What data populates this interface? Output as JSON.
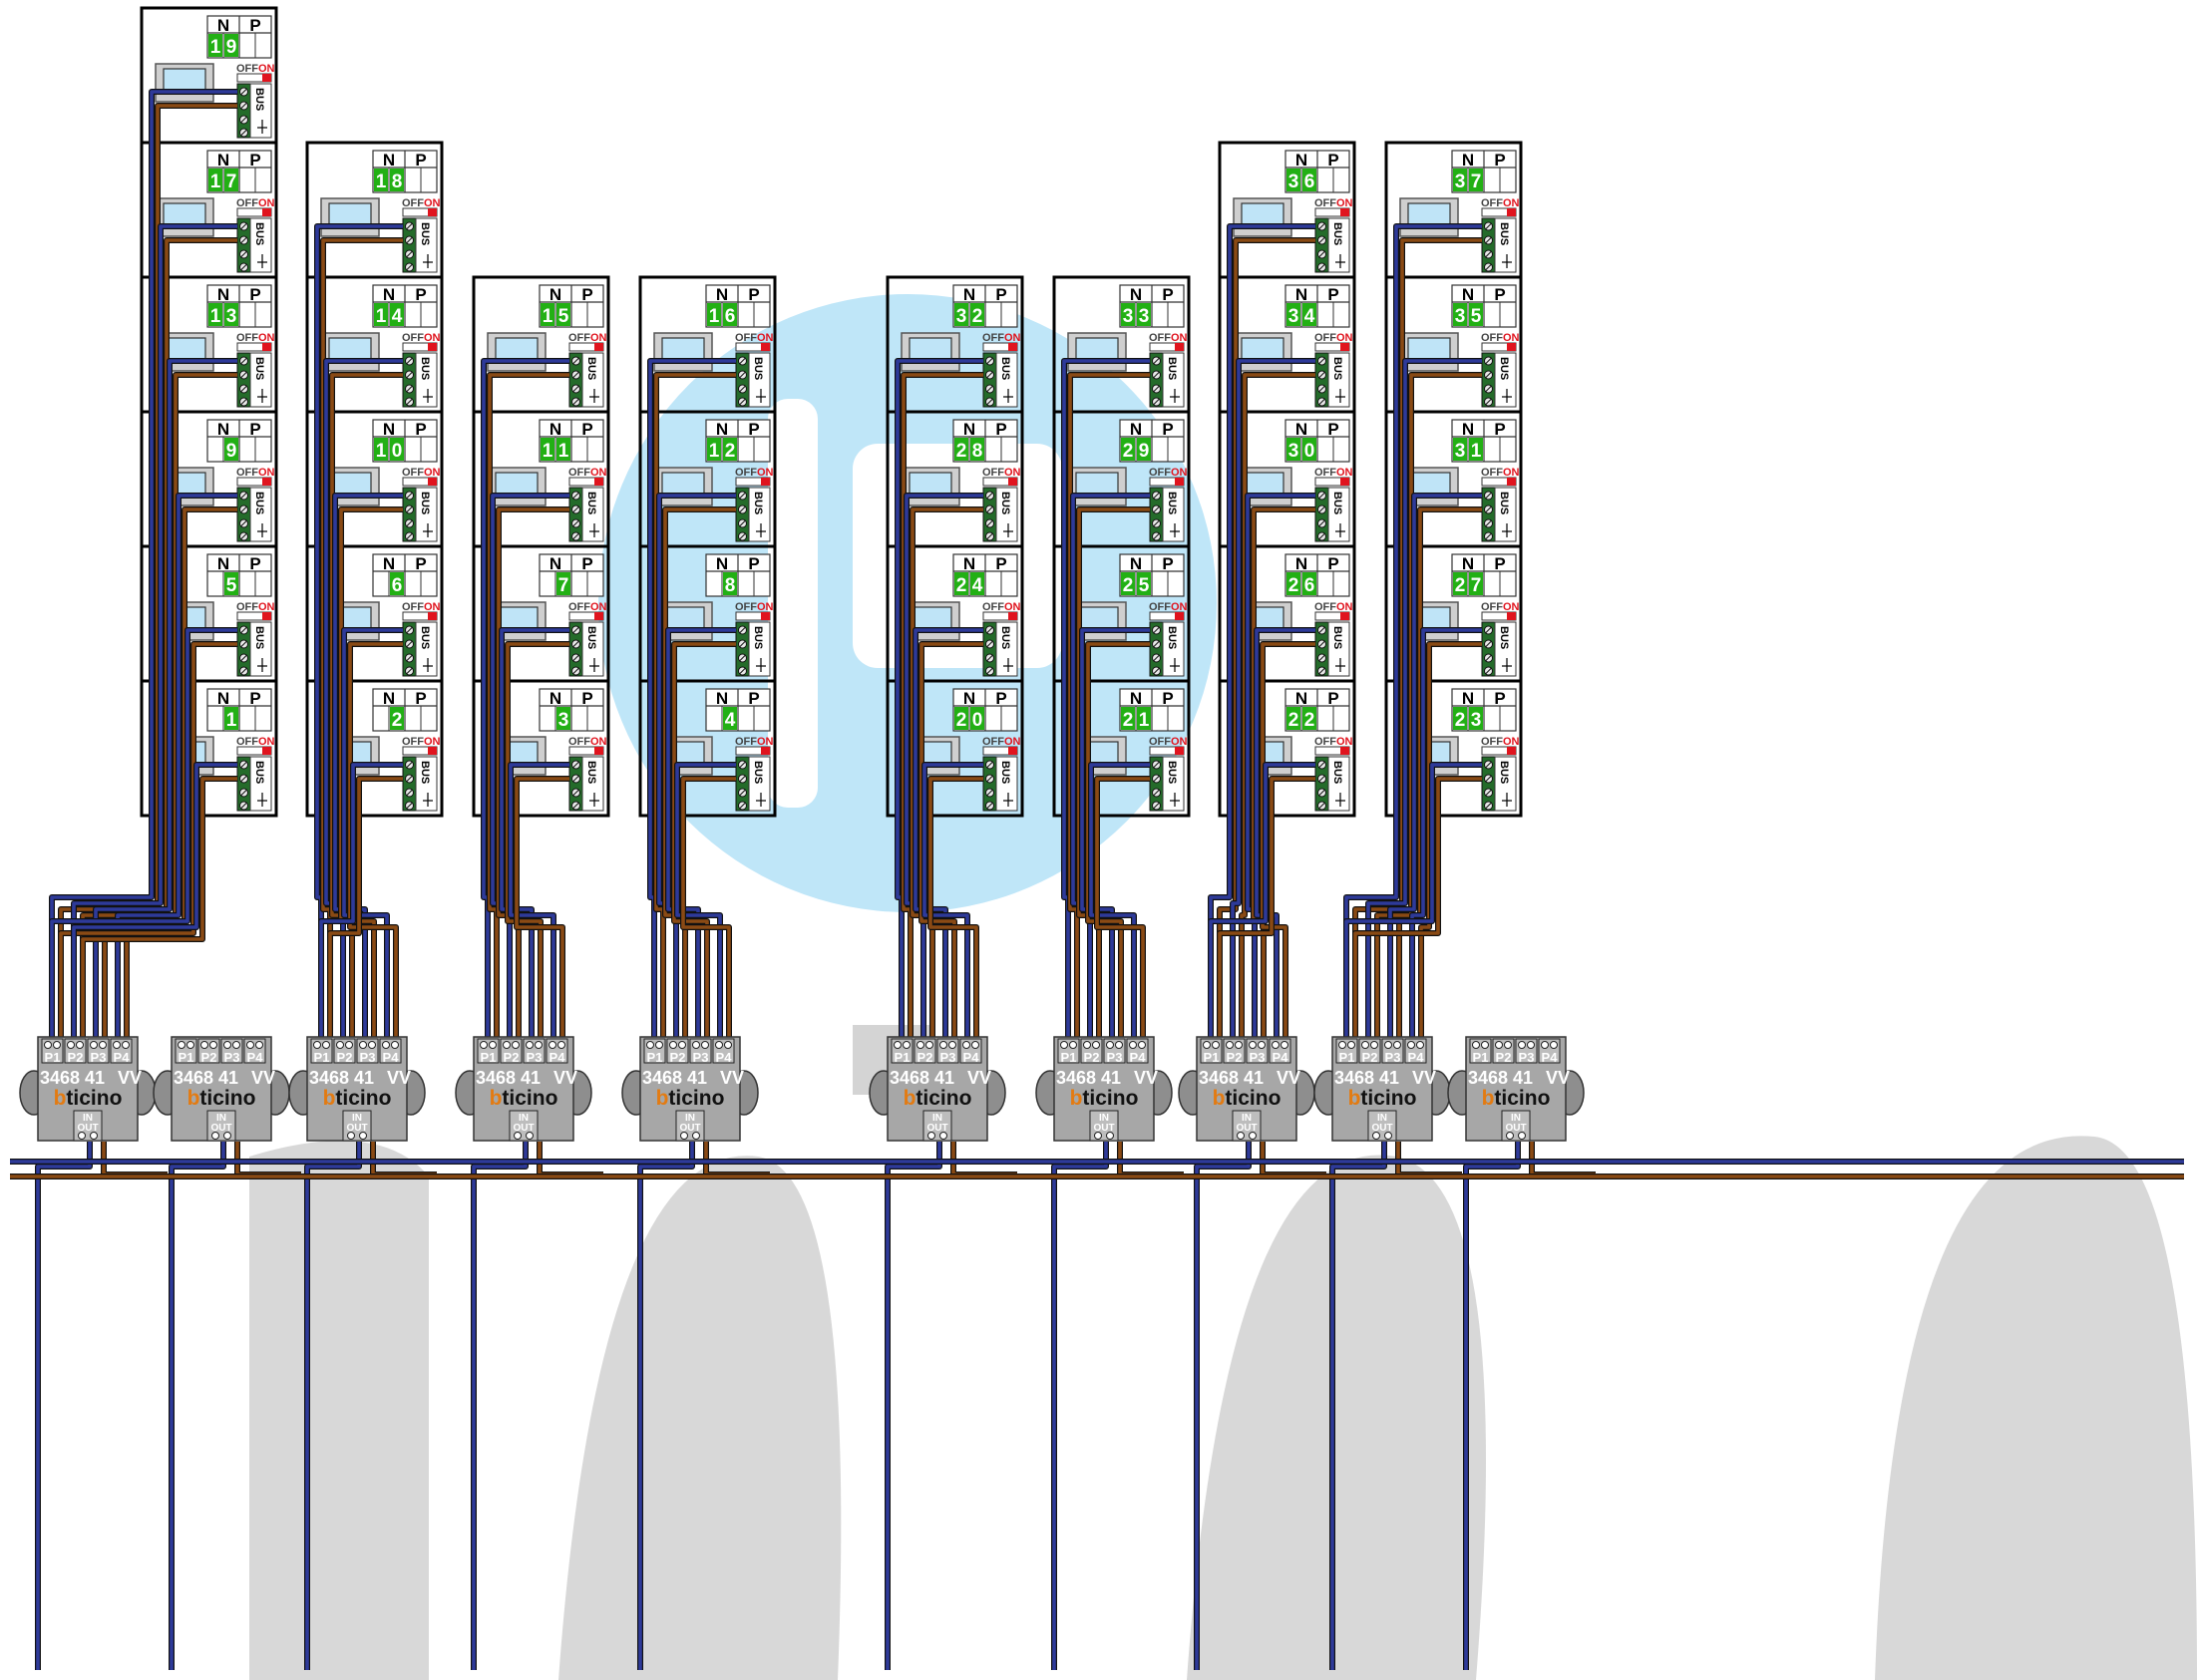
{
  "colors": {
    "bus_blue": "#2e3a9a",
    "bus_brown": "#8a4a14",
    "number_green": "#22b014",
    "terminal_green": "#246b2a",
    "module_gray": "#a7a7a7",
    "on_red": "#e0141e",
    "watermark_blue": "#bfe6f8",
    "watermark_gray": "#d4d4d4"
  },
  "unit_labels": {
    "n_label": "N",
    "p_label": "P",
    "off_label": "OFF",
    "on_label": "ON",
    "bus_label": "BUS"
  },
  "columns": [
    {
      "top_floor": 0,
      "units": [
        {
          "floor": 0,
          "n": "19"
        },
        {
          "floor": 1,
          "n": "17"
        },
        {
          "floor": 2,
          "n": "13"
        },
        {
          "floor": 3,
          "n": "9"
        },
        {
          "floor": 4,
          "n": "5"
        },
        {
          "floor": 5,
          "n": "1"
        }
      ]
    },
    {
      "top_floor": 1,
      "units": [
        {
          "floor": 1,
          "n": "18"
        },
        {
          "floor": 2,
          "n": "14"
        },
        {
          "floor": 3,
          "n": "10"
        },
        {
          "floor": 4,
          "n": "6"
        },
        {
          "floor": 5,
          "n": "2"
        }
      ]
    },
    {
      "top_floor": 2,
      "units": [
        {
          "floor": 2,
          "n": "15"
        },
        {
          "floor": 3,
          "n": "11"
        },
        {
          "floor": 4,
          "n": "7"
        },
        {
          "floor": 5,
          "n": "3"
        }
      ]
    },
    {
      "top_floor": 2,
      "units": [
        {
          "floor": 2,
          "n": "16"
        },
        {
          "floor": 3,
          "n": "12"
        },
        {
          "floor": 4,
          "n": "8"
        },
        {
          "floor": 5,
          "n": "4"
        }
      ]
    },
    {
      "top_floor": 2,
      "units": [
        {
          "floor": 2,
          "n": "32"
        },
        {
          "floor": 3,
          "n": "28"
        },
        {
          "floor": 4,
          "n": "24"
        },
        {
          "floor": 5,
          "n": "20"
        }
      ]
    },
    {
      "top_floor": 2,
      "units": [
        {
          "floor": 2,
          "n": "33"
        },
        {
          "floor": 3,
          "n": "29"
        },
        {
          "floor": 4,
          "n": "25"
        },
        {
          "floor": 5,
          "n": "21"
        }
      ]
    },
    {
      "top_floor": 1,
      "units": [
        {
          "floor": 1,
          "n": "36"
        },
        {
          "floor": 2,
          "n": "34"
        },
        {
          "floor": 3,
          "n": "30"
        },
        {
          "floor": 4,
          "n": "26"
        },
        {
          "floor": 5,
          "n": "22"
        }
      ]
    },
    {
      "top_floor": 1,
      "units": [
        {
          "floor": 1,
          "n": "37"
        },
        {
          "floor": 2,
          "n": "35"
        },
        {
          "floor": 3,
          "n": "31"
        },
        {
          "floor": 4,
          "n": "27"
        },
        {
          "floor": 5,
          "n": "23"
        }
      ]
    }
  ],
  "distributors": {
    "model": "3468 41",
    "vv_label": "VV",
    "brand": "bticino",
    "ports": [
      "P1",
      "P2",
      "P3",
      "P4"
    ],
    "in_label": "IN",
    "out_label": "OUT",
    "count": 10
  }
}
